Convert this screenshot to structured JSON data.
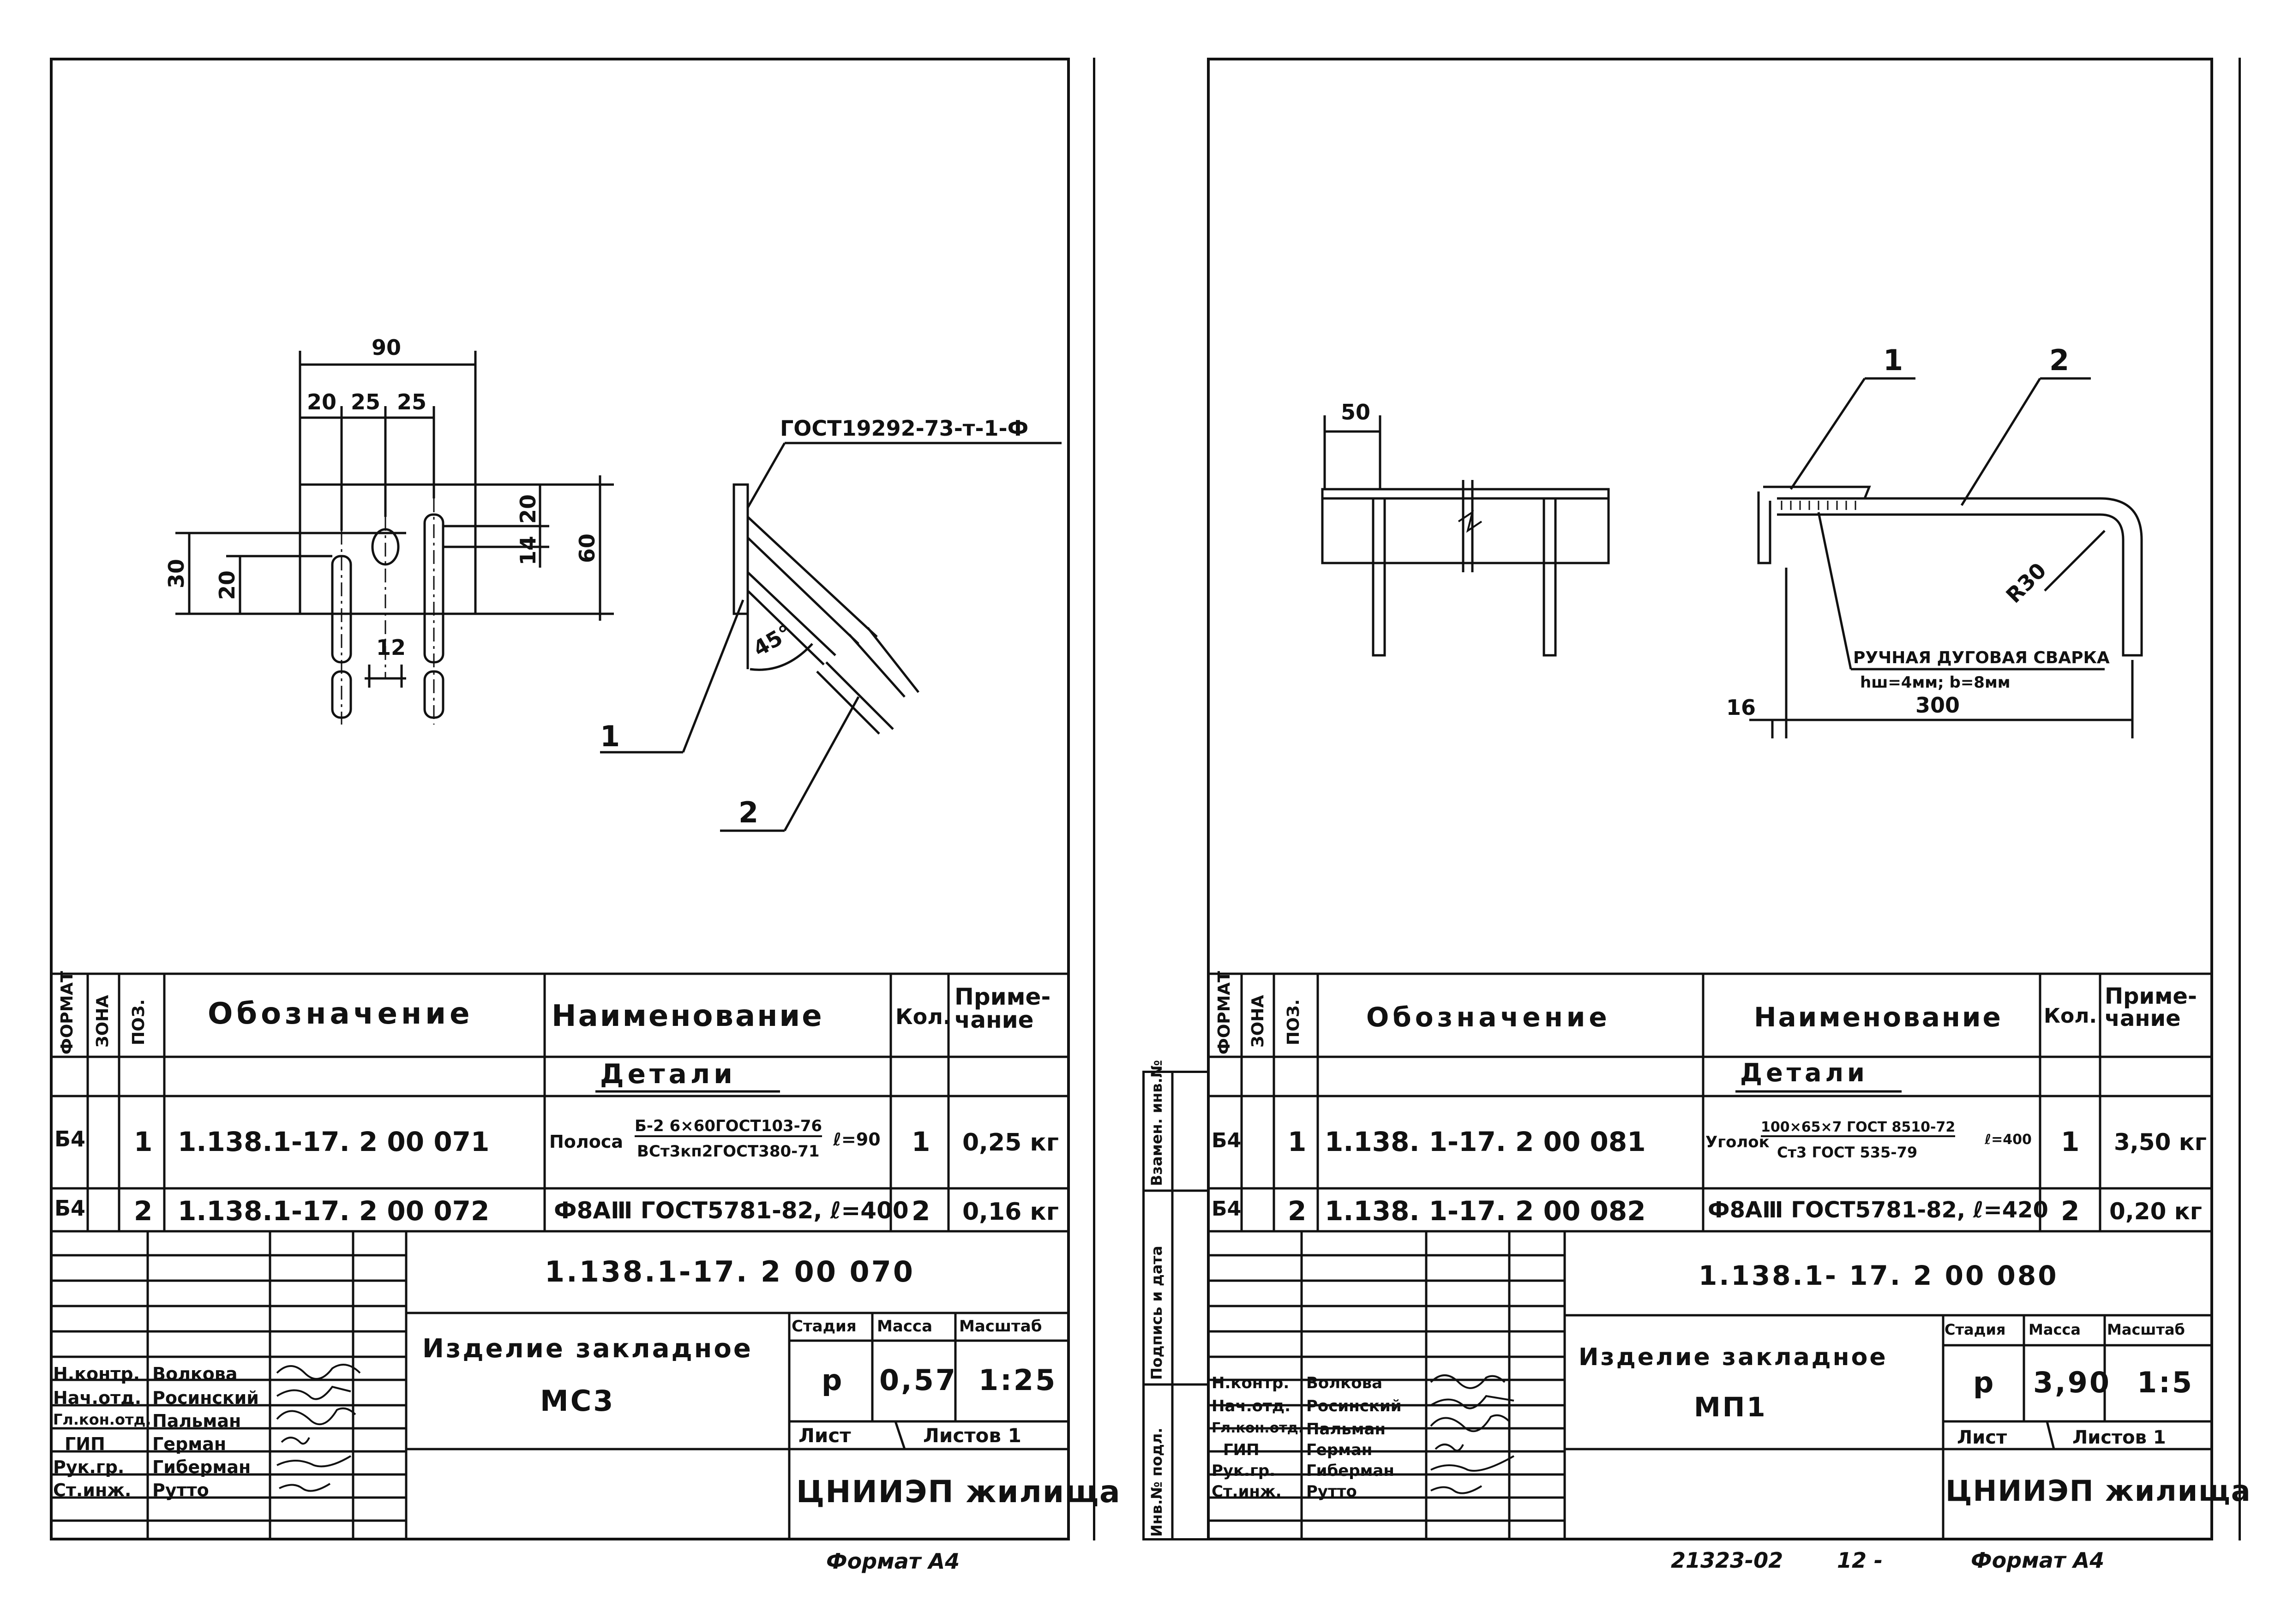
{
  "left": {
    "drawing": {
      "dims_top": [
        "90",
        "20",
        "25",
        "25"
      ],
      "dims_left": [
        "30",
        "20"
      ],
      "dims_right": [
        "20",
        "14",
        "60"
      ],
      "dim_hole_gap": "12",
      "angle": "45°",
      "weld_note": "ГОСТ19292-73-т-1-Ф",
      "callout_1": "1",
      "callout_2": "2"
    },
    "spec": {
      "col_format": "ФОРМАТ",
      "col_zone": "ЗОНА",
      "col_pos": "ПОЗ.",
      "col_designation": "Обозначение",
      "col_name": "Наименование",
      "col_qty": "Кол.",
      "col_note": "Приме- чание",
      "section": "Детали",
      "rows": [
        {
          "format": "Б4",
          "pos": "1",
          "designation": "1.138.1-17. 2 00 071",
          "name_prefix": "Полоса",
          "name_top": "Б-2 6×60ГОСТ103-76",
          "name_bottom": "ВСт3кп2ГОСТ380-71",
          "name_suffix": "ℓ=90",
          "qty": "1",
          "note": "0,25 кг"
        },
        {
          "format": "Б4",
          "pos": "2",
          "designation": "1.138.1-17. 2 00 072",
          "name": "Ф8АⅢ ГОСТ5781-82, ℓ=400",
          "qty": "2",
          "note": "0,16 кг"
        }
      ]
    },
    "title_block": {
      "doc_code": "1.138.1-17. 2 00 070",
      "title_line1": "Изделие закладное",
      "title_line2": "МС3",
      "stage_label": "Стадия",
      "mass_label": "Масса",
      "scale_label": "Масштаб",
      "stage": "р",
      "mass": "0,57",
      "scale": "1:25",
      "sheet_label": "Лист",
      "sheets_label": "Листов 1",
      "org": "ЦНИИЭП жилища",
      "people": [
        {
          "role": "Н.контр.",
          "name": "Волкова"
        },
        {
          "role": "Нач.отд.",
          "name": "Росинский"
        },
        {
          "role": "Гл.кон.отд.",
          "name": "Пальман"
        },
        {
          "role": "ГИП",
          "name": "Герман"
        },
        {
          "role": "Рук.гр.",
          "name": "Гиберман"
        },
        {
          "role": "Ст.инж.",
          "name": "Рутто"
        }
      ]
    },
    "format_label": "Формат А4"
  },
  "right": {
    "drawing": {
      "dim_50": "50",
      "callout_1": "1",
      "callout_2": "2",
      "radius": "R30",
      "weld_note": "ручная дуговая сварка",
      "weld_params": "hш=4мм; b=8мм",
      "dim_300": "300",
      "dim_16": "16"
    },
    "side_stamp": {
      "inv_replace": "Взамен. инв.№",
      "sign_date": "Подпись и дата",
      "inv_orig": "Инв.№ подл."
    },
    "spec": {
      "col_format": "ФОРМАТ",
      "col_zone": "ЗОНА",
      "col_pos": "ПОЗ.",
      "col_designation": "Обозначение",
      "col_name": "Наименование",
      "col_qty": "Кол.",
      "col_note": "Приме- чание",
      "section": "Детали",
      "rows": [
        {
          "format": "Б4",
          "pos": "1",
          "designation": "1.138. 1-17. 2 00 081",
          "name_prefix": "Уголок",
          "name_top": "100×65×7 ГОСТ 8510-72",
          "name_bottom": "Ст3 ГОСТ 535-79",
          "name_suffix": "ℓ=400",
          "qty": "1",
          "note": "3,50 кг"
        },
        {
          "format": "Б4",
          "pos": "2",
          "designation": "1.138. 1-17. 2 00 082",
          "name": "Ф8АⅢ ГОСТ5781-82, ℓ=420",
          "qty": "2",
          "note": "0,20 кг"
        }
      ]
    },
    "title_block": {
      "doc_code": "1.138.1- 17. 2 00 080",
      "title_line1": "Изделие закладное",
      "title_line2": "МП1",
      "stage_label": "Стадия",
      "mass_label": "Масса",
      "scale_label": "Масштаб",
      "stage": "р",
      "mass": "3,90",
      "scale": "1:5",
      "sheet_label": "Лист",
      "sheets_label": "Листов 1",
      "org": "ЦНИИЭП жилища",
      "people": [
        {
          "role": "Н.контр.",
          "name": "Волкова"
        },
        {
          "role": "Нач.отд.",
          "name": "Росинский"
        },
        {
          "role": "Гл.кон.отд.",
          "name": "Пальман"
        },
        {
          "role": "ГИП",
          "name": "Герман"
        },
        {
          "role": "Рук.гр.",
          "name": "Гиберман"
        },
        {
          "role": "Ст.инж.",
          "name": "Рутто"
        }
      ]
    },
    "page_code": "21323-02",
    "page_number": "12 -",
    "format_label": "Формат А4"
  }
}
